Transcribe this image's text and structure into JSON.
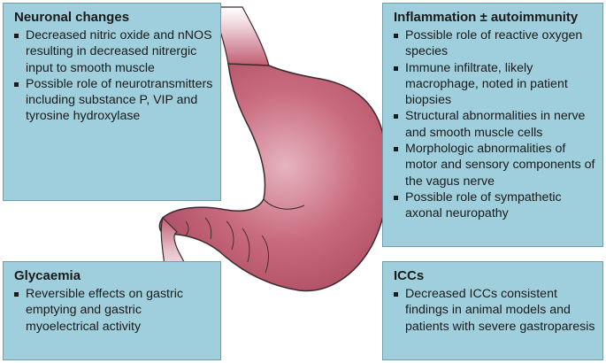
{
  "boxes": {
    "neuronal": {
      "title": "Neuronal changes",
      "items": [
        "Decreased nitric oxide and nNOS resulting in decreased nitrergic input to smooth muscle",
        "Possible role of neurotransmitters including substance P, VIP and tyrosine hydroxylase"
      ]
    },
    "inflammation": {
      "title": "Inflammation ± autoimmunity",
      "items": [
        "Possible role of reactive oxygen species",
        "Immune infiltrate, likely macrophage, noted in patient biopsies",
        "Structural abnormalities in nerve and smooth muscle cells",
        "Morphologic abnormalities of motor and sensory components of the vagus nerve",
        "Possible role of sympathetic axonal neuropathy"
      ]
    },
    "glycaemia": {
      "title": "Glycaemia",
      "items": [
        "Reversible effects on gastric emptying and gastric myoelectrical activity"
      ]
    },
    "iccs": {
      "title": "ICCs",
      "items": [
        "Decreased ICCs consistent findings in animal models and patients with severe gastroparesis"
      ]
    }
  },
  "colors": {
    "box_fill": "#9fcfdc",
    "stomach_fill": "#c25e72",
    "stomach_highlight": "#e3aab6",
    "esophagus_light": "#f2dde2"
  }
}
